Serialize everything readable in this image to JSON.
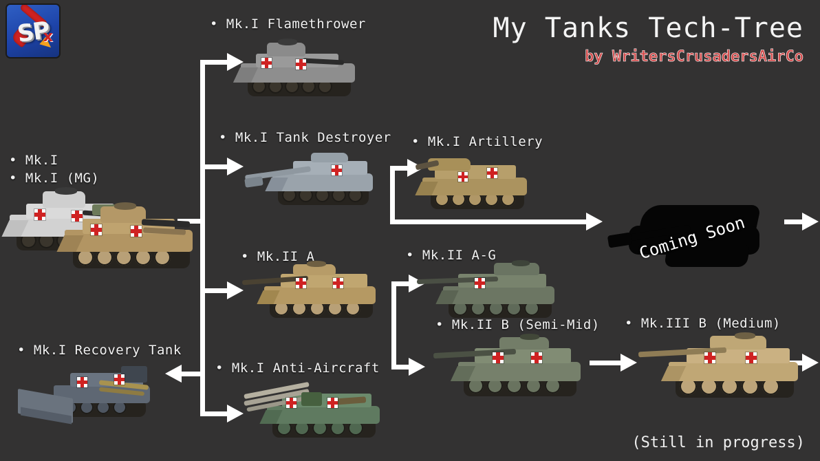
{
  "header": {
    "title": "My Tanks Tech-Tree",
    "byline": "by WritersCrusadersAirCo",
    "logo_alt": "simpleplanes-sp-logo",
    "title_color": "#f4f4f4",
    "byline_color": "#d34c4c"
  },
  "footer": {
    "note": "(Still in progress)"
  },
  "background_color": "#333232",
  "connector_color": "#ffffff",
  "nodes": [
    {
      "id": "mk1",
      "label": "• Mk.I",
      "color": "#d9d9d9"
    },
    {
      "id": "mk1mg",
      "label": "• Mk.I (MG)",
      "color": "#b79c6e"
    },
    {
      "id": "flame",
      "label": "• Mk.I Flamethrower",
      "color": "#8d8d8d"
    },
    {
      "id": "td",
      "label": "• Mk.I Tank Destroyer",
      "color": "#9aa3ab"
    },
    {
      "id": "arty",
      "label": "• Mk.I Artillery",
      "color": "#b39b69"
    },
    {
      "id": "mk2a",
      "label": "• Mk.II A",
      "color": "#bda477"
    },
    {
      "id": "mk2ag",
      "label": "• Mk.II A-G",
      "color": "#6a7464"
    },
    {
      "id": "mk2b",
      "label": "• Mk.II B (Semi-Mid)",
      "color": "#76806b"
    },
    {
      "id": "mk3b",
      "label": "• Mk.III B (Medium)",
      "color": "#c3ab79"
    },
    {
      "id": "recovery",
      "label": "• Mk.I Recovery Tank",
      "color": "#5e6773"
    },
    {
      "id": "aa",
      "label": "• Mk.I Anti-Aircraft",
      "color": "#5f7a60"
    },
    {
      "id": "soon",
      "label": "Coming Soon",
      "color": "#050505"
    }
  ]
}
